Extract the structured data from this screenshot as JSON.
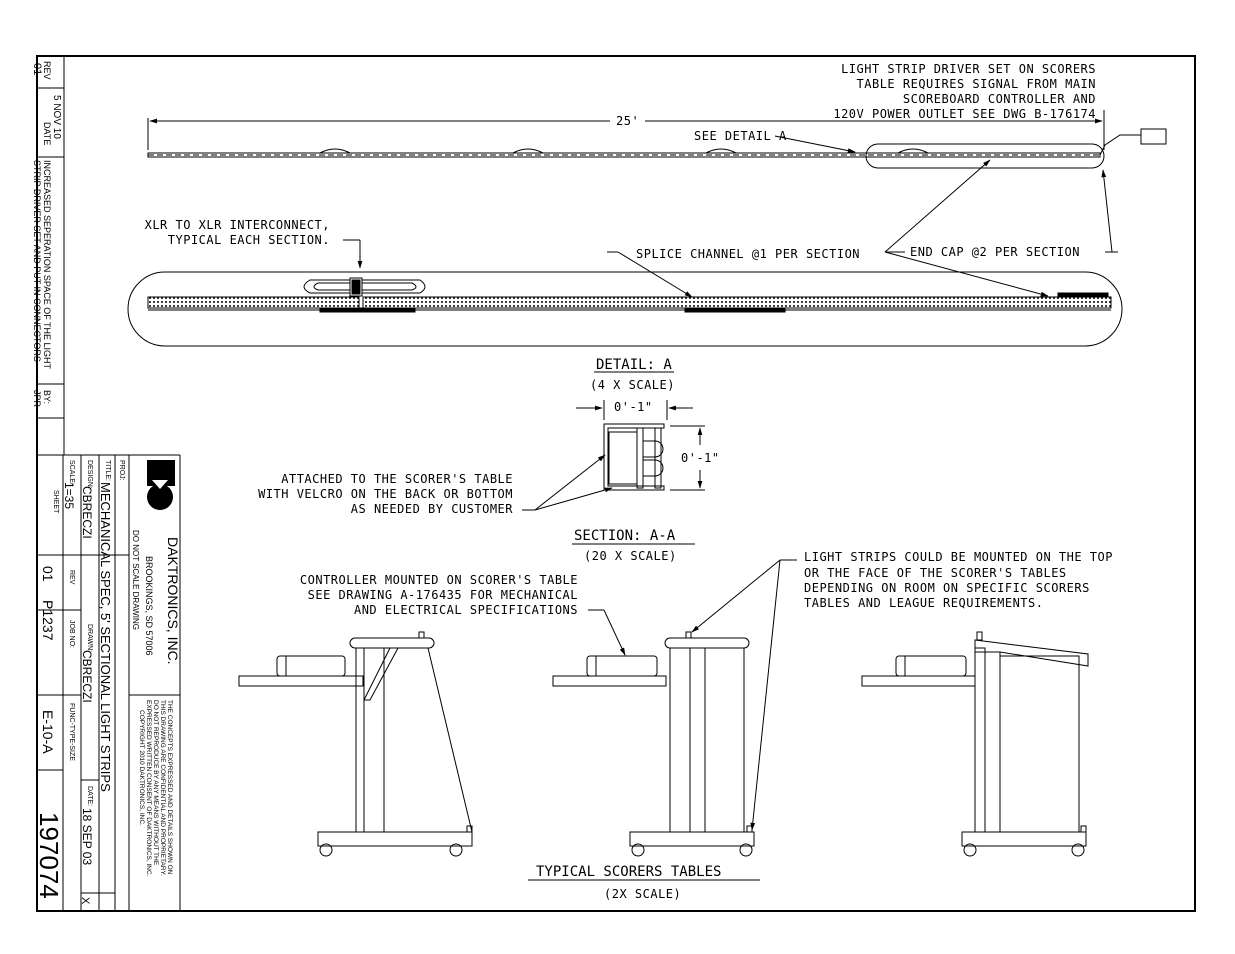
{
  "revision_block": {
    "rev_label": "REV",
    "rev_value": "01",
    "date_label": "DATE",
    "date_value": "5 NOV 10",
    "description": [
      "INCREASED SEPERATION SPACE OF THE LIGHT",
      "STRIP DRIVER SET AND PUT IN CONNECTORS"
    ],
    "by_label": "BY:",
    "by_value": "JPR"
  },
  "title_block": {
    "company": "DAKTRONICS, INC.",
    "city": "BROOKINGS, SD  57006",
    "do_not_scale": "DO NOT SCALE DRAWING",
    "proj_label": "PROJ:",
    "title_label": "TITLE:",
    "title_value": "MECHANICAL SPEC, 5' SECTIONAL LIGHT STRIPS",
    "design_label": "DESIGN:",
    "design_value": "CBRECZI",
    "drawn_label": "DRAWN:",
    "drawn_value": "CBRECZI",
    "date_label": "DATE:",
    "date_value": "18 SEP 03",
    "scale_label": "SCALE:",
    "scale_value": "1=35",
    "sheet_label": "SHEET",
    "rev_label": "REV",
    "rev_value": "01",
    "job_label": "JOB NO:",
    "job_value": "P1237",
    "func_label": "FUNC-TYPE-SIZE",
    "func_value": "E-10-A",
    "drawing_number": "197074",
    "size_mark": "X",
    "notice": [
      "THE CONCEPTS EXPRESSED AND DETAILS SHOWN ON",
      "THIS DRAWING ARE CONFIDENTIAL AND PROPRIETARY.",
      "DO NOT REPRODUCE BY ANY MEANS WITHOUT THE",
      "EXPRESSED WRITTEN CONSENT OF DAKTRONICS, INC.",
      "COPYRIGHT 2010 DAKTRONICS, INC."
    ]
  },
  "annotations": {
    "driver_note": [
      "LIGHT STRIP DRIVER SET ON SCORERS",
      "TABLE REQUIRES SIGNAL FROM MAIN",
      "SCOREBOARD CONTROLLER AND",
      "120V POWER OUTLET SEE DWG B-176174"
    ],
    "length_dim": "25'",
    "see_detail": "SEE DETAIL A",
    "xlr_note": [
      "XLR TO XLR INTERCONNECT,",
      "TYPICAL EACH SECTION."
    ],
    "splice_note": "SPLICE CHANNEL @1 PER SECTION",
    "end_cap_note": "END CAP @2 PER SECTION",
    "detail_title": "DETAIL: A",
    "detail_scale": "(4 X SCALE)",
    "dim_width": "0'-1\"",
    "dim_height": "0'-1\"",
    "attach_note": [
      "ATTACHED TO THE SCORER'S TABLE",
      "WITH VELCRO ON THE BACK OR BOTTOM",
      "AS NEEDED BY CUSTOMER"
    ],
    "section_title": "SECTION: A-A",
    "section_scale": "(20 X SCALE)",
    "controller_note": [
      "CONTROLLER MOUNTED ON SCORER'S TABLE",
      "SEE DRAWING A-176435 FOR MECHANICAL",
      "AND ELECTRICAL SPECIFICATIONS"
    ],
    "mount_note": [
      "LIGHT STRIPS COULD BE MOUNTED ON THE TOP",
      "OR THE FACE OF THE SCORER'S TABLES",
      "DEPENDING ON ROOM ON SPECIFIC SCORERS",
      "TABLES AND LEAGUE REQUIREMENTS."
    ],
    "tables_title": "TYPICAL SCORERS TABLES",
    "tables_scale": "(2X SCALE)"
  }
}
